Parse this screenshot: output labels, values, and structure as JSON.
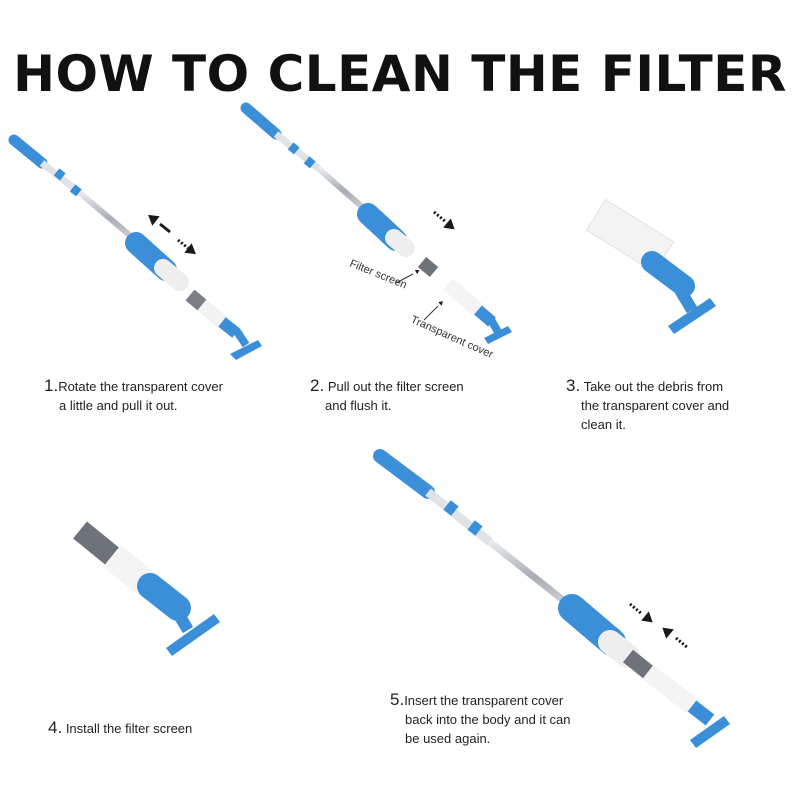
{
  "title": "HOW TO CLEAN THE FILTER",
  "labels": {
    "filter_screen": "Filter screen",
    "transparent_cover": "Transparent cover"
  },
  "steps": [
    {
      "num": "1.",
      "line1": "Rotate the transparent cover",
      "line2": "a little and pull it out."
    },
    {
      "num": "2.",
      "line1": "Pull out the filter screen",
      "line2": "and flush it."
    },
    {
      "num": "3.",
      "line1": "Take out the debris from",
      "line2": "the transparent cover and",
      "line3": "clean it."
    },
    {
      "num": "4.",
      "line1": "Install the filter screen"
    },
    {
      "num": "5.",
      "line1": "Insert the transparent cover",
      "line2": "back into the body and it can",
      "line3": "be used again."
    }
  ],
  "colors": {
    "blue": "#3b8fd9",
    "metal": "#c9cdd2",
    "cover": "#f2f2f2",
    "arrow": "#1a1a1a"
  }
}
